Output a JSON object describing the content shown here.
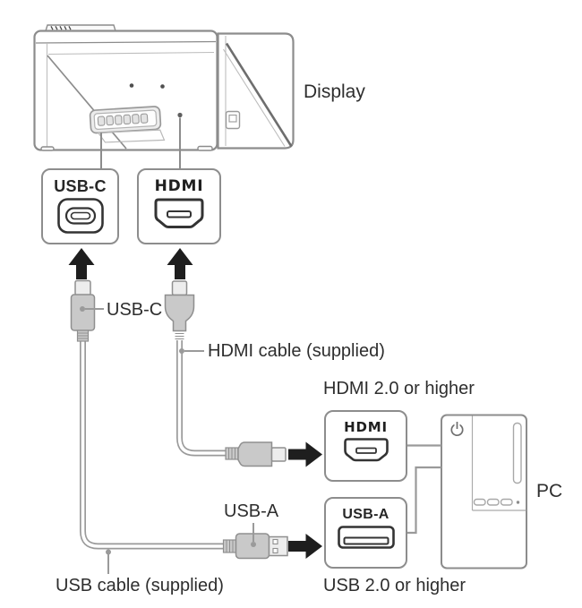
{
  "labels": {
    "display": "Display",
    "pc": "PC",
    "display_usbc_port": "USB-C",
    "display_hdmi_port": "HDMI",
    "pc_hdmi_port": "HDMI",
    "pc_usba_port": "USB-A",
    "usbc_plug": "USB-C",
    "usba_plug": "USB-A",
    "hdmi_cable": "HDMI cable (supplied)",
    "usb_cable": "USB cable (supplied)",
    "hdmi_requirement": "HDMI 2.0 or higher",
    "usb_requirement": "USB 2.0 or higher"
  },
  "colors": {
    "text_dark": "#2e2e2e",
    "line_gray": "#8c8c8c",
    "port_outline": "#8d8d8d",
    "icon_stroke": "#333333",
    "arrow_black": "#1e1e1e",
    "connector_gray": "#c9c9c9",
    "background": "#ffffff"
  },
  "connections": [
    {
      "display_port": "HDMI",
      "pc_port": "HDMI",
      "cable": "HDMI cable (supplied)",
      "requirement": "HDMI 2.0 or higher"
    },
    {
      "display_port": "USB-C",
      "pc_port": "USB-A",
      "cable": "USB cable (supplied)",
      "requirement": "USB 2.0 or higher"
    }
  ]
}
